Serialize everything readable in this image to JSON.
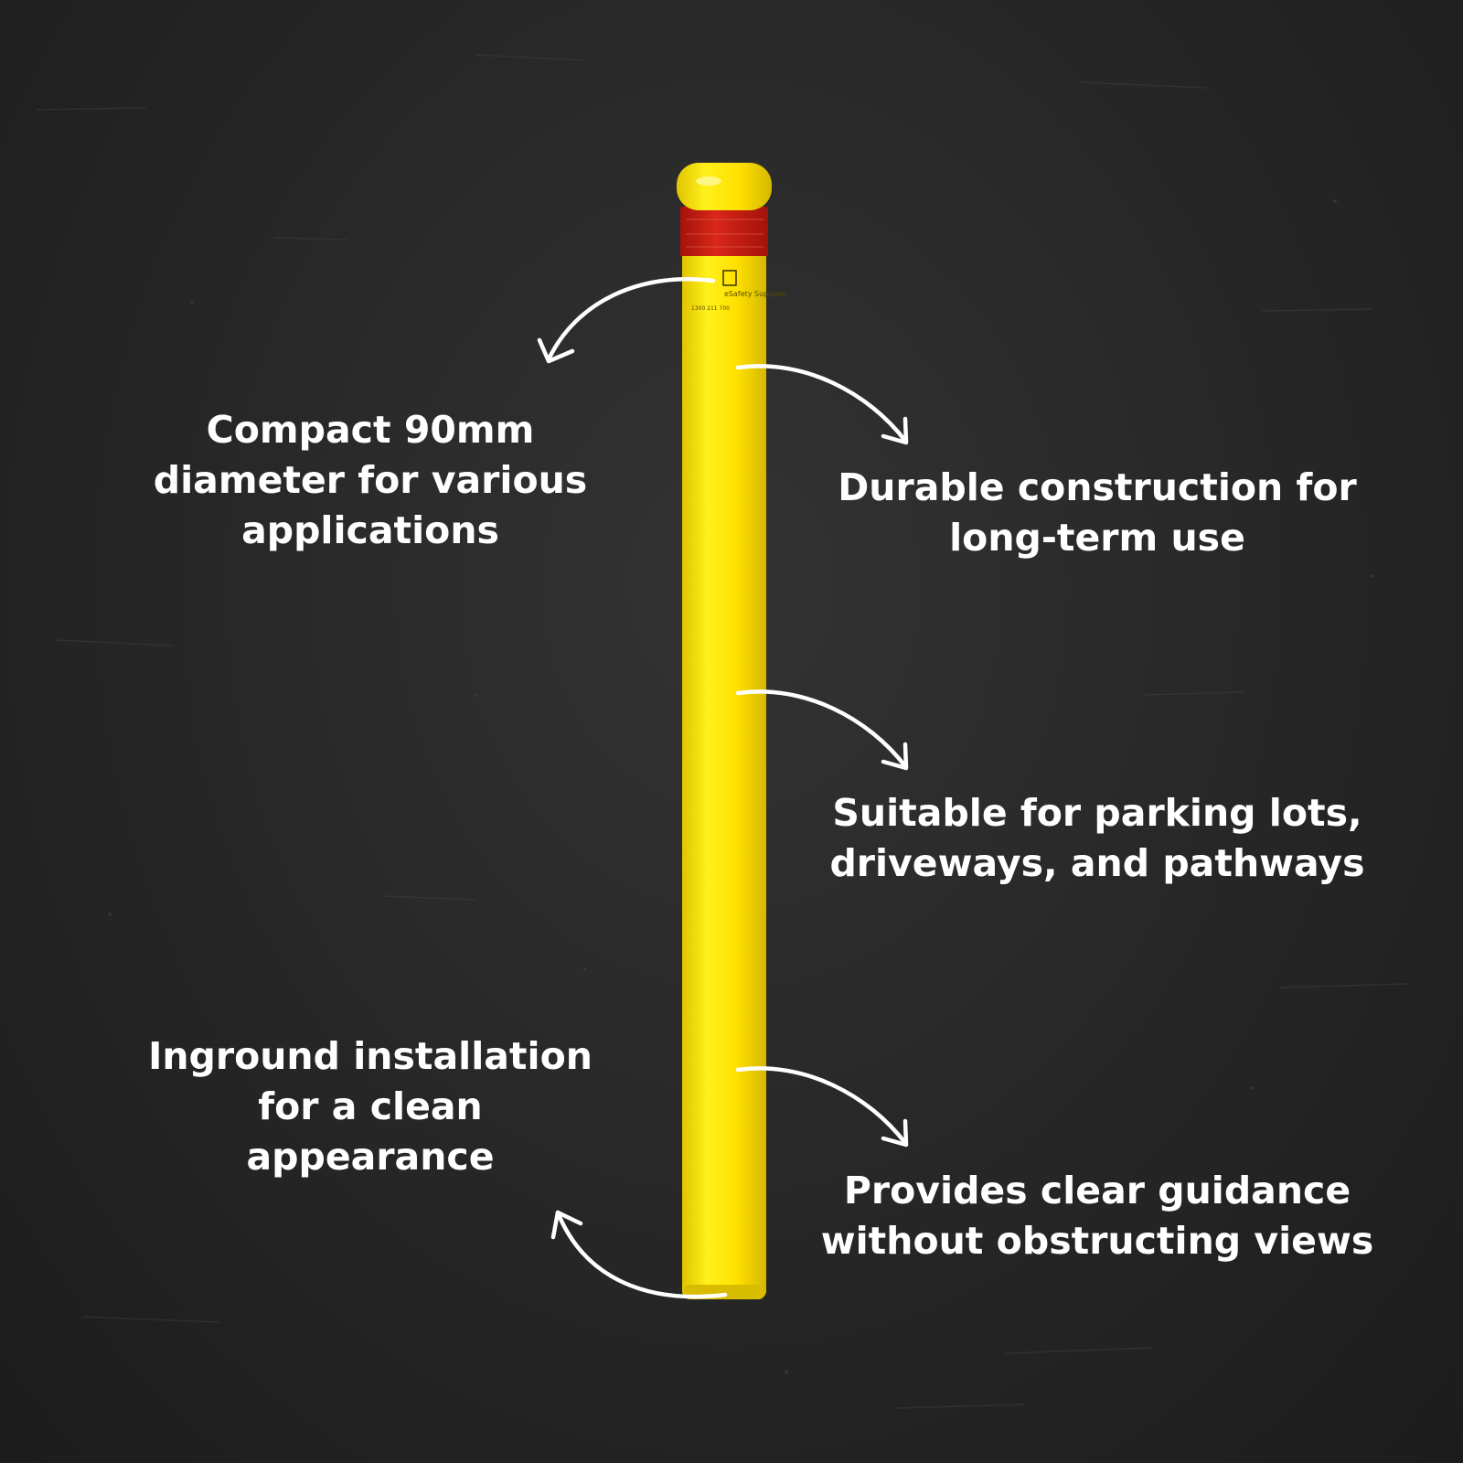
{
  "features": [
    {
      "id": "diameter",
      "text": "Compact 90mm diameter for various applications"
    },
    {
      "id": "durable",
      "text": "Durable construction for long-term use"
    },
    {
      "id": "suitable",
      "text": "Suitable for parking lots, driveways, and pathways"
    },
    {
      "id": "inground",
      "text": "Inground installation for a clean appearance"
    },
    {
      "id": "guidance",
      "text": "Provides clear guidance without obstructing views"
    }
  ],
  "bollard": {
    "brand": "eSafety Supplies",
    "phone": "1300 211 700",
    "body_color": "#ffe000",
    "reflector_color": "#cc1a0f"
  },
  "colors": {
    "background": "#2a2a2a",
    "text": "#ffffff",
    "arrow": "#ffffff"
  }
}
